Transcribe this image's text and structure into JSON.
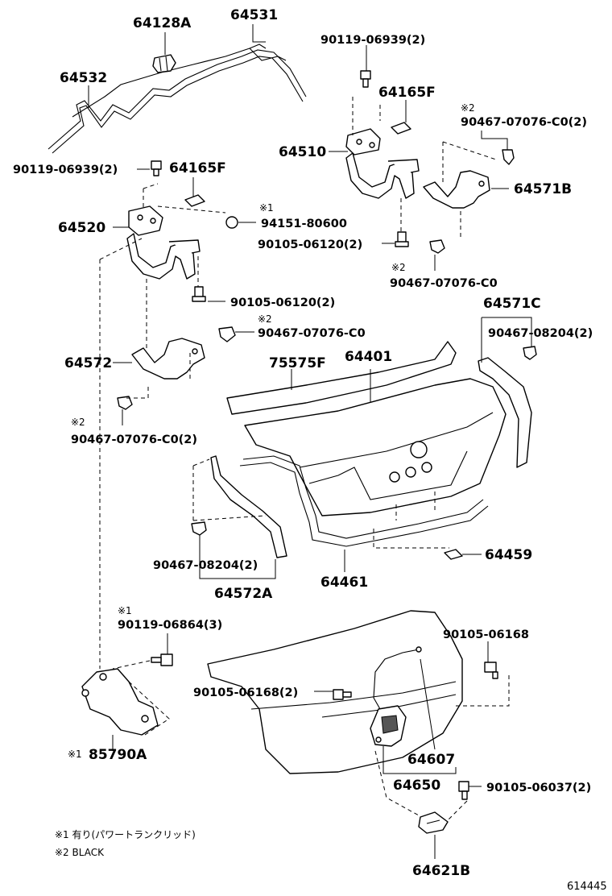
{
  "labels": {
    "p64128A": "64128A",
    "p64531": "64531",
    "p64532": "64532",
    "p90119_06939_top": "90119-06939(2)",
    "p64165F_top": "64165F",
    "mark2_a": "※2",
    "p90467_07076_C0_2_a": "90467-07076-C0(2)",
    "p64510": "64510",
    "p64571B": "64571B",
    "p90119_06939_left": "90119-06939(2)",
    "p64165F_left": "64165F",
    "mark1_a": "※1",
    "p94151_80600": "94151-80600",
    "p64520": "64520",
    "p90105_06120_right": "90105-06120(2)",
    "mark2_b": "※2",
    "p90467_07076_C0_b": "90467-07076-C0",
    "p90105_06120_left": "90105-06120(2)",
    "p64571C": "64571C",
    "mark2_c": "※2",
    "p90467_07076_C0_c": "90467-07076-C0",
    "p90467_08204_2_a": "90467-08204(2)",
    "p64572": "64572",
    "p75575F": "75575F",
    "p64401": "64401",
    "mark2_d": "※2",
    "p90467_07076_C0_2_d": "90467-07076-C0(2)",
    "p90467_08204_2_b": "90467-08204(2)",
    "p64459": "64459",
    "p64572A": "64572A",
    "p64461": "64461",
    "mark1_b": "※1",
    "p90119_06864": "90119-06864(3)",
    "p90105_06168_right": "90105-06168",
    "p90105_06168_left": "90105-06168(2)",
    "mark1_c": "※1",
    "p85790A": "85790A",
    "p64607": "64607",
    "p64650": "64650",
    "p90105_06037": "90105-06037(2)",
    "p64621B": "64621B"
  },
  "notes": {
    "note1": "※1 有り(パワートランクリッド)",
    "note2": "※2 BLACK"
  },
  "figure_number": "614445"
}
